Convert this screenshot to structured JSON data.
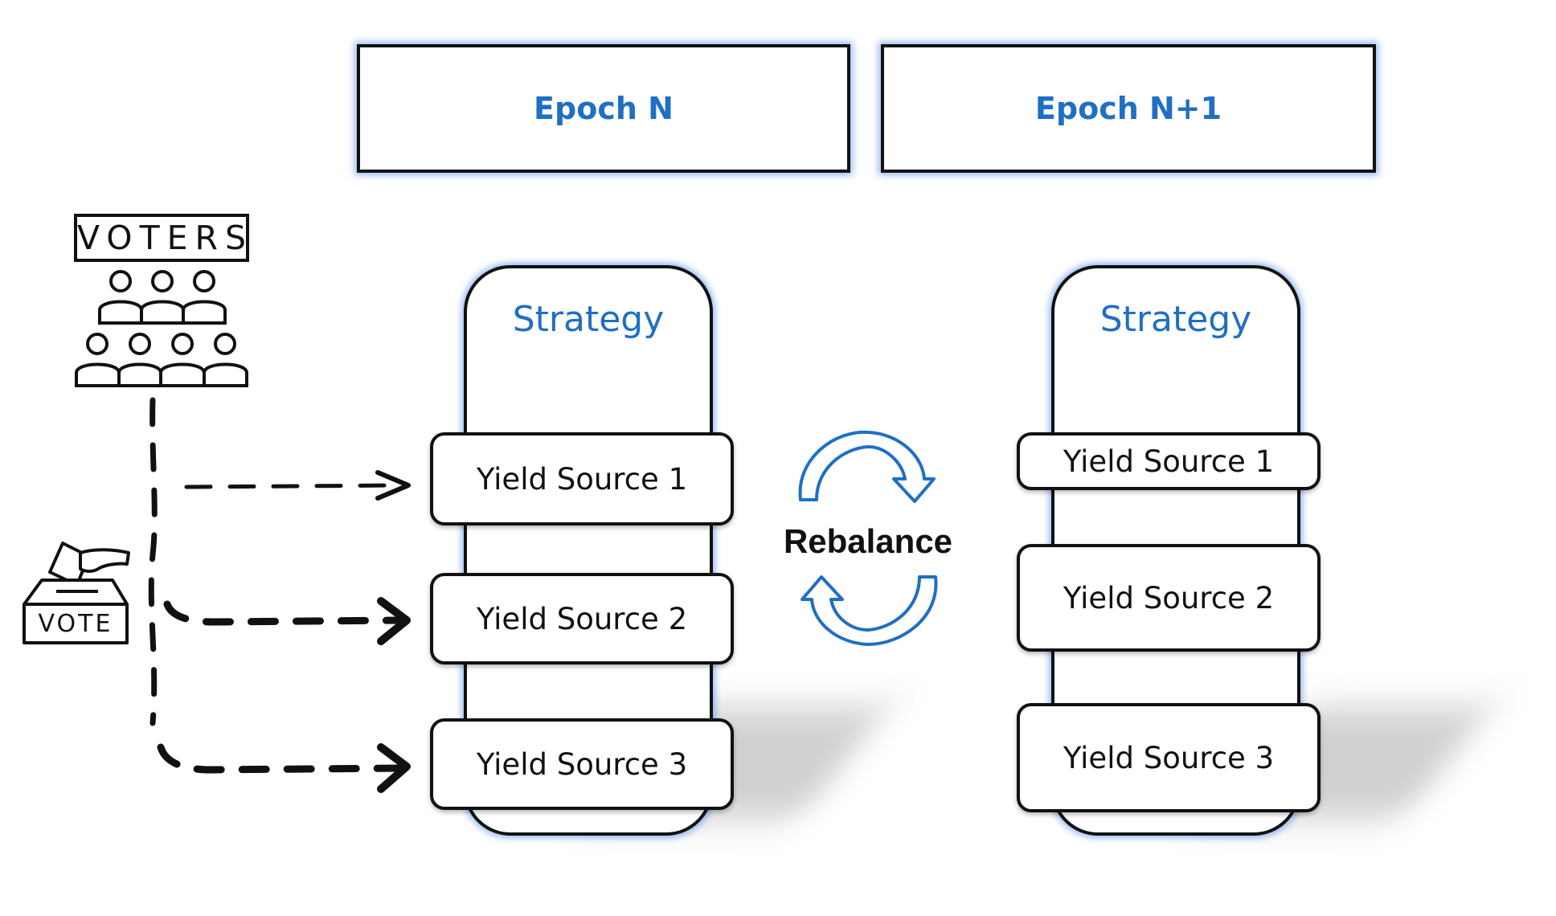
{
  "epochs": [
    {
      "label": "Epoch N"
    },
    {
      "label": "Epoch N+1"
    }
  ],
  "strategies": [
    {
      "title": "Strategy",
      "sources": [
        "Yield Source 1",
        "Yield Source 2",
        "Yield Source 3"
      ]
    },
    {
      "title": "Strategy",
      "sources": [
        "Yield Source 1",
        "Yield Source 2",
        "Yield Source 3"
      ]
    }
  ],
  "rebalance_label": "Rebalance",
  "voters_label": "VOTERS",
  "vote_label": "VOTE",
  "colors": {
    "accent": "#1f6fc4",
    "outline": "#111111",
    "glow": "#4682e6"
  },
  "icons": [
    "voters-icon",
    "ballot-box-icon",
    "rebalance-cycle-icon",
    "dashed-arrow-icon"
  ]
}
